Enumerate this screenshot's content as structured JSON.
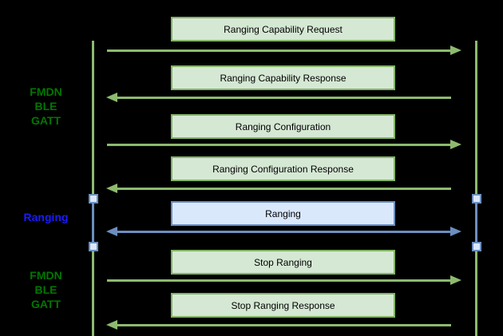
{
  "diagram": {
    "type": "sequence-diagram",
    "background_color": "#000000",
    "side_labels": {
      "gatt_top": {
        "line1": "FMDN",
        "line2": "BLE",
        "line3": "GATT",
        "color": "#007700"
      },
      "ranging": {
        "line1": "Ranging",
        "color": "#1a1aff"
      },
      "gatt_bottom": {
        "line1": "FMDN",
        "line2": "BLE",
        "line3": "GATT",
        "color": "#007700"
      }
    },
    "messages": [
      {
        "label": "Ranging Capability Request",
        "direction": "right",
        "scheme": "green"
      },
      {
        "label": "Ranging Capability Response",
        "direction": "left",
        "scheme": "green"
      },
      {
        "label": "Ranging Configuration",
        "direction": "right",
        "scheme": "green"
      },
      {
        "label": "Ranging Configuration Response",
        "direction": "left",
        "scheme": "green"
      },
      {
        "label": "Ranging",
        "direction": "both",
        "scheme": "blue"
      },
      {
        "label": "Stop Ranging",
        "direction": "right",
        "scheme": "green"
      },
      {
        "label": "Stop Ranging Response",
        "direction": "left",
        "scheme": "green"
      }
    ],
    "colors": {
      "green_fill": "#d5e8d4",
      "green_border": "#82b366",
      "green_line": "#8dba6f",
      "blue_fill": "#dae8fc",
      "blue_border": "#6c8ebf",
      "label_green": "#007700",
      "label_blue": "#1a1aff"
    }
  }
}
